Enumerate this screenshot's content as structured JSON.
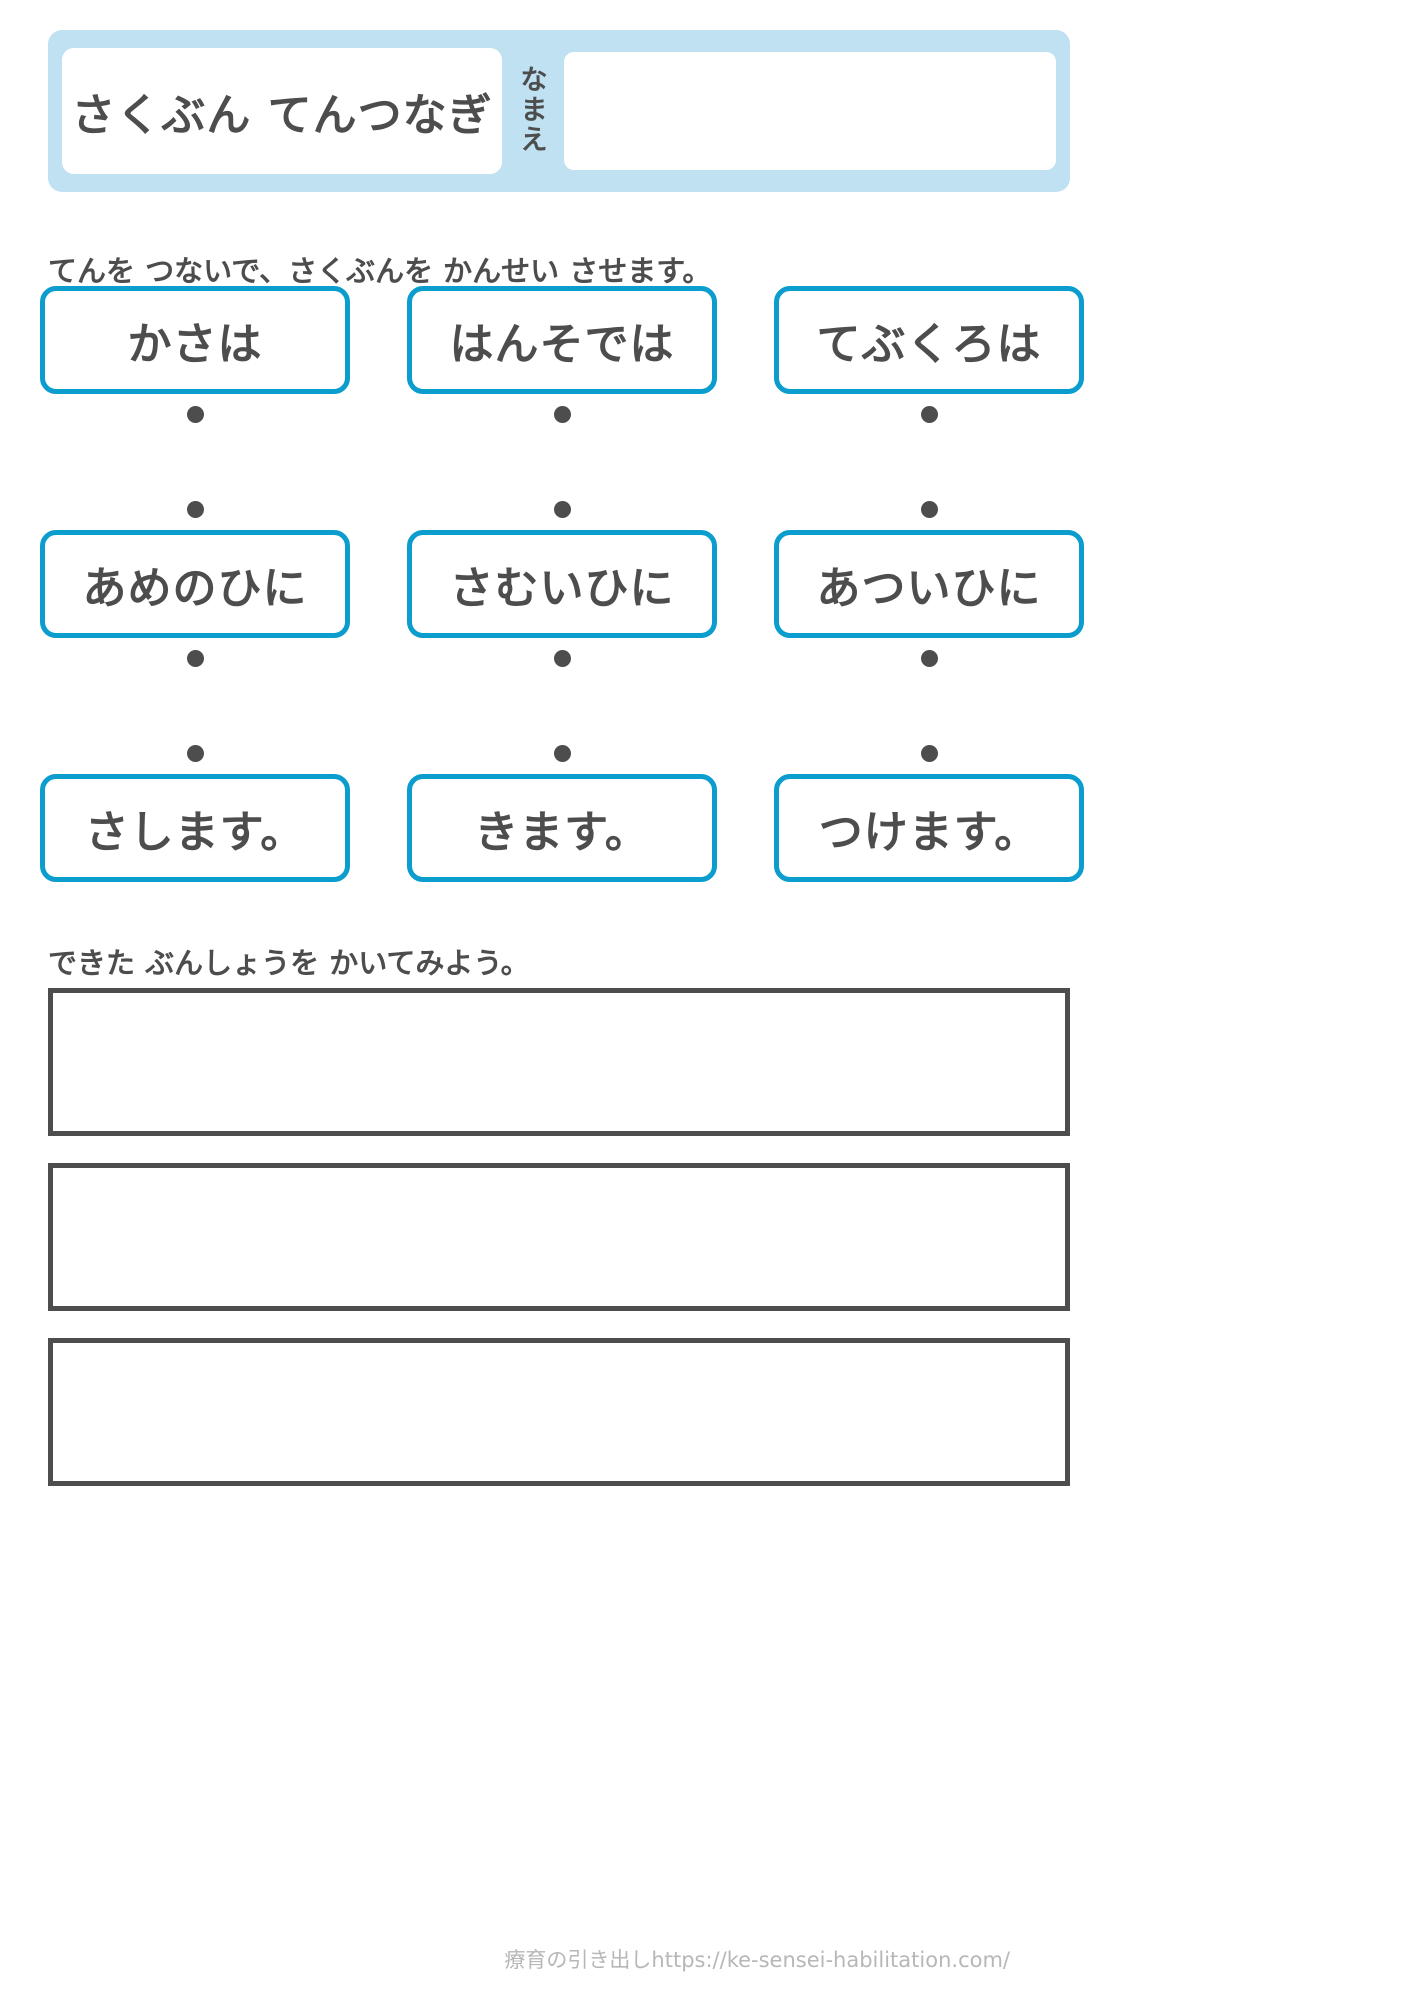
{
  "header": {
    "title": "さくぶん てんつなぎ",
    "name_label_chars": [
      "な",
      "ま",
      "え"
    ],
    "name_value": "",
    "name_placeholder": ""
  },
  "instruction": "てんを つないで、さくぶんを かんせい させます。",
  "matching": {
    "rows": [
      {
        "row_name": "subject-row",
        "cells": [
          {
            "label": "かさは"
          },
          {
            "label": "はんそでは"
          },
          {
            "label": "てぶくろは"
          }
        ]
      },
      {
        "row_name": "condition-row",
        "cells": [
          {
            "label": "あめのひに"
          },
          {
            "label": "さむいひに"
          },
          {
            "label": "あついひに"
          }
        ]
      },
      {
        "row_name": "verb-row",
        "cells": [
          {
            "label": "さします。"
          },
          {
            "label": "きます。"
          },
          {
            "label": "つけます。"
          }
        ]
      }
    ]
  },
  "write_section": {
    "label": "できた ぶんしょうを かいてみよう。",
    "lines": [
      "",
      "",
      ""
    ]
  },
  "footer": {
    "text": "療育の引き出しhttps://ke-sensei-habilitation.com/"
  },
  "colors": {
    "header_bg": "#bfe1f2",
    "box_border": "#0b9dcd",
    "text": "#4d4d4d",
    "write_border": "#4d4d4d",
    "footer_text": "#b7b7b7"
  }
}
